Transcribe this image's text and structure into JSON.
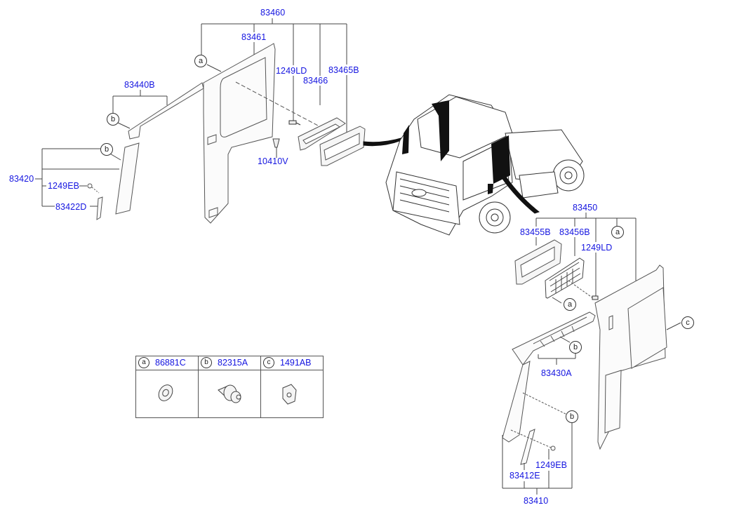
{
  "diagram": {
    "title": "Interior trim - cab side panels",
    "colors": {
      "label": "#1515e0",
      "line": "#444444",
      "fill_dark": "#111111"
    },
    "left_group": {
      "assembly": "83460",
      "parts": [
        "83461",
        "1249LD",
        "83466",
        "83465B",
        "10410V"
      ],
      "pillar_upper": "83440B",
      "pillar_lower_assembly": "83420",
      "pillar_lower_parts": [
        "1249EB",
        "83422D"
      ]
    },
    "right_group": {
      "assembly": "83450",
      "parts": [
        "83455B",
        "83456B",
        "1249LD"
      ],
      "pillar_upper": "83430A",
      "pillar_lower_assembly": "83410",
      "pillar_lower_parts": [
        "1249EB",
        "83412E"
      ]
    },
    "callouts": {
      "a": "a",
      "b": "b",
      "c": "c"
    },
    "legend": [
      {
        "key": "a",
        "part": "86881C",
        "icon": "washer-clip-icon"
      },
      {
        "key": "b",
        "part": "82315A",
        "icon": "push-pin-clip-icon"
      },
      {
        "key": "c",
        "part": "1491AB",
        "icon": "square-nut-clip-icon"
      }
    ]
  }
}
